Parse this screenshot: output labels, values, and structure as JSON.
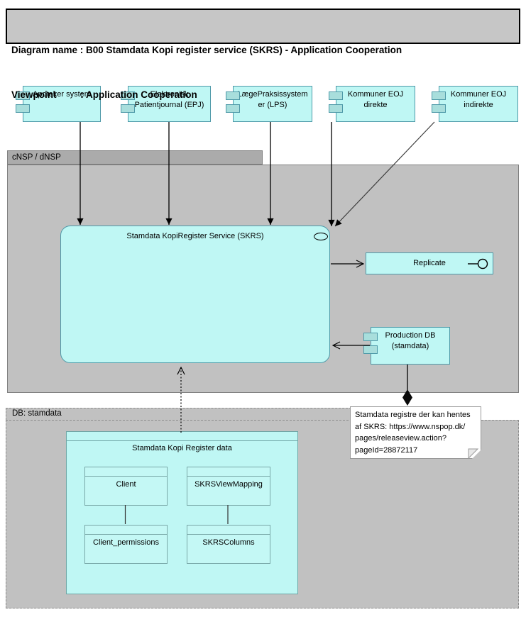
{
  "title_block": {
    "line1": "Diagram name : B00 Stamdata Kopi register service (SKRS) - Application Cooperation",
    "line2": "Viewpoint         : Application Cooperation"
  },
  "external_systems": [
    {
      "label": "Apoteker system"
    },
    {
      "label": "Elektronisk Patientjournal (EPJ)"
    },
    {
      "label": "LægePraksissystemer (LPS)"
    },
    {
      "label": "Kommuner EOJ direkte"
    },
    {
      "label": "Kommuner EOJ indirekte"
    }
  ],
  "groups": {
    "cnsp": {
      "label": "cNSP / dNSP"
    },
    "db": {
      "label": "DB: stamdata"
    }
  },
  "service": {
    "label": "Stamdata KopiRegister Service (SKRS)"
  },
  "replicate": {
    "label": "Replicate"
  },
  "production_db": {
    "label": "Production DB (stamdata)"
  },
  "data_container": {
    "label": "Stamdata Kopi Register data",
    "entities": [
      {
        "label": "Client"
      },
      {
        "label": "SKRSViewMapping"
      },
      {
        "label": "Client_permissions"
      },
      {
        "label": "SKRSColumns"
      }
    ]
  },
  "note": {
    "line1": "Stamdata registre der kan hentes",
    "line2": "af SKRS: https://www.nspop.dk/",
    "line3": "pages/releaseview.action?",
    "line4": "pageId=28872117"
  },
  "colors": {
    "shape_fill": "#bff7f4",
    "shape_border": "#4e99a8",
    "group_fill": "#c1c1c1",
    "connector": "#000000"
  }
}
